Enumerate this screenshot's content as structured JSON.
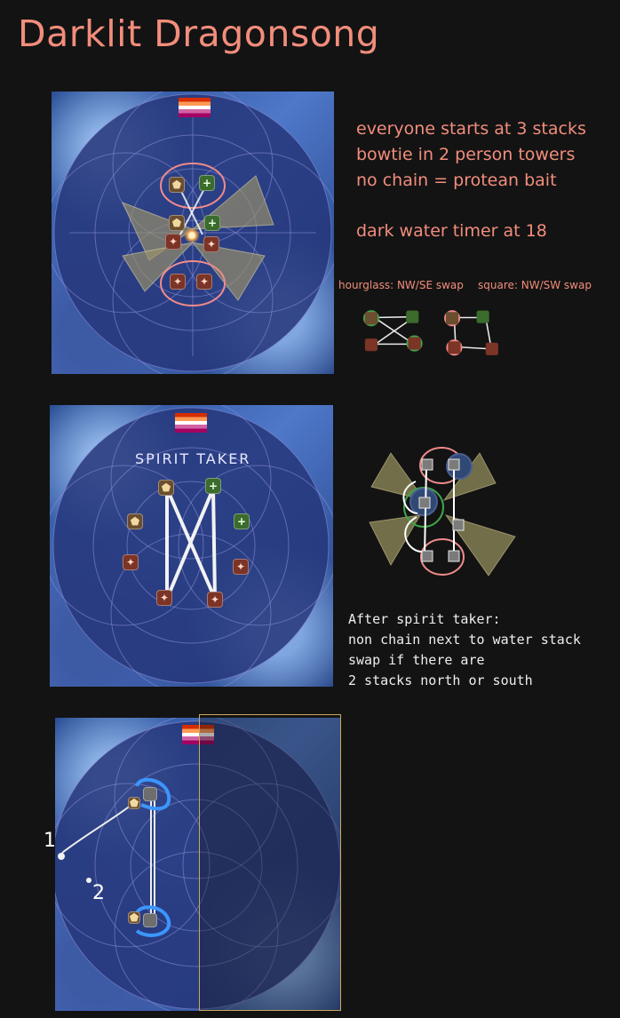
{
  "title": "Darklit Dragonsong",
  "notes": {
    "line1": "everyone starts at 3 stacks",
    "line2": "bowtie in 2 person towers",
    "line3": "no chain = protean bait",
    "line4": "dark water timer at 18"
  },
  "swap_notes": {
    "hourglass": "hourglass: NW/SE swap",
    "square": "square: NW/SW swap"
  },
  "spirit_label": "SPIRIT TAKER",
  "after_text": {
    "line1": "After spirit taker:",
    "line2": "non chain next to water stack",
    "line3": "swap if there are",
    "line4": "2 stacks north or south"
  },
  "bottom_labels": {
    "one": "1",
    "two": "2"
  },
  "colors": {
    "title": "#f28d7c",
    "tank": "#6b4e2f",
    "healer": "#3b6b2d",
    "dps": "#7b3426",
    "arena": "#2b3f87"
  },
  "icons": {
    "flag": "pride-flag",
    "tank": "shield-icon",
    "healer": "plus-icon",
    "dps": "sword-icon"
  }
}
